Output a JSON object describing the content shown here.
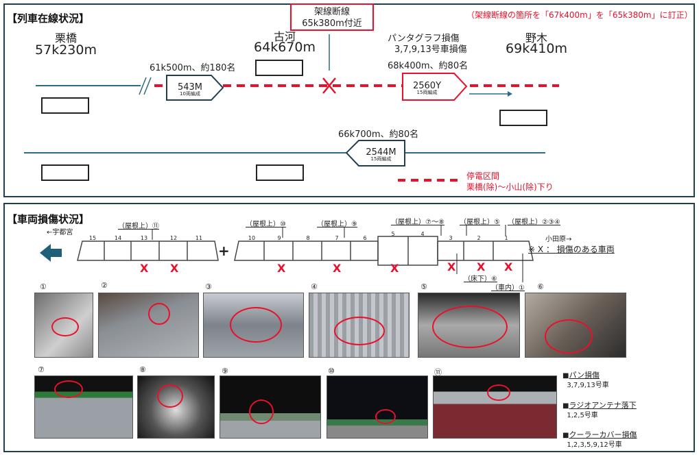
{
  "panel1": {
    "title": "【列車在線状況】",
    "break_box": {
      "line1": "架線断線",
      "line2": "65k380m付近"
    },
    "correction": "（架線断線の箇所を「67k400m」を「65k380m」に訂正）",
    "stations": [
      {
        "name": "栗橋",
        "km": "57k230m"
      },
      {
        "name": "古河",
        "km": "64k670m"
      },
      {
        "name": "野木",
        "km": "69k410m"
      }
    ],
    "damage_note": {
      "line1": "パンタグラフ損傷",
      "line2": "3,7,9,13号車損傷"
    },
    "trains": [
      {
        "id": "543M",
        "cars": "10両編成",
        "position": "61k500m、約180名"
      },
      {
        "id": "2560Y",
        "cars": "15両編成",
        "position": "68k400m、約80名"
      },
      {
        "id": "2544M",
        "cars": "15両編成",
        "position": "66k700m、約80名"
      }
    ],
    "legend": {
      "line1": "停電区間",
      "line2": "栗橋(除)～小山(除)下り"
    },
    "colors": {
      "line": "#2e6b85",
      "red": "#e8102a"
    }
  },
  "panel2": {
    "title": "【車両損傷状況】",
    "dir_left": "←宇都宮",
    "dir_right": "小田原→",
    "plus": "+",
    "cars_a": [
      "15",
      "14",
      "13",
      "12",
      "11"
    ],
    "cars_b": [
      "10",
      "9",
      "8",
      "7",
      "6",
      "5",
      "4",
      "3",
      "2",
      "1"
    ],
    "annotations": [
      "（屋根上）⑪",
      "（屋根上）⑩",
      "（屋根上）⑨",
      "（屋根上）⑦～⑧",
      "（屋根上）⑤",
      "（屋根上）②③④",
      "（床下）⑥",
      "（車内）①"
    ],
    "x_note": "※ X ： 損傷のある車両",
    "x_mark": "X",
    "photo_labels": [
      "①",
      "②",
      "③",
      "④",
      "⑤",
      "⑥",
      "⑦",
      "⑧",
      "⑨",
      "⑩",
      "⑪"
    ],
    "legend": [
      {
        "title": "パン損傷",
        "cars": "3,7,9,13号車"
      },
      {
        "title": "ラジオアンテナ落下",
        "cars": "1,2,5号車"
      },
      {
        "title": "クーラーカバー損傷",
        "cars": "1,2,3,5,9,12号車"
      }
    ]
  }
}
